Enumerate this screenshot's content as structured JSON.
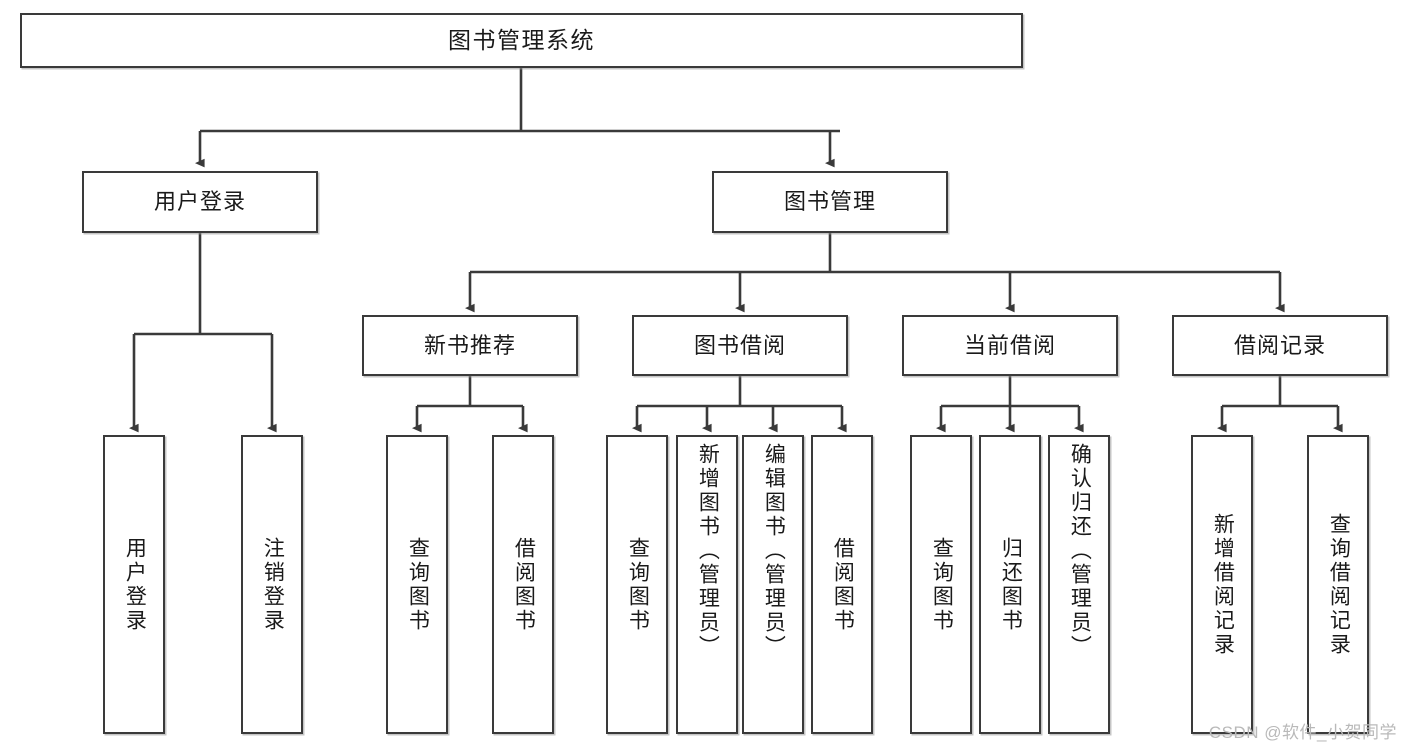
{
  "diagram": {
    "title": "图书管理系统",
    "type": "tree",
    "watermark": "CSDN @软件_小贺同学",
    "colors": {
      "stroke": "#3a3a3a",
      "fill": "#ffffff",
      "text": "#1a1a1a",
      "watermark": "#b9b9b9"
    },
    "nodes": {
      "root": {
        "label": "图书管理系统"
      },
      "level2": [
        {
          "label": "用户登录"
        },
        {
          "label": "图书管理"
        }
      ],
      "level3": [
        {
          "label": "新书推荐"
        },
        {
          "label": "图书借阅"
        },
        {
          "label": "当前借阅"
        },
        {
          "label": "借阅记录"
        }
      ],
      "leaves": {
        "user_login": [
          {
            "label": "用户登录"
          },
          {
            "label": "注销登录"
          }
        ],
        "new_book_recommend": [
          {
            "label": "查询图书"
          },
          {
            "label": "借阅图书"
          }
        ],
        "book_borrow": [
          {
            "label": "查询图书"
          },
          {
            "label": "新增图书（管理员）"
          },
          {
            "label": "编辑图书（管理员）"
          },
          {
            "label": "借阅图书"
          }
        ],
        "current_borrow": [
          {
            "label": "查询图书"
          },
          {
            "label": "归还图书"
          },
          {
            "label": "确认归还（管理员）"
          }
        ],
        "borrow_record": [
          {
            "label": "新增借阅记录"
          },
          {
            "label": "查询借阅记录"
          }
        ]
      }
    }
  }
}
